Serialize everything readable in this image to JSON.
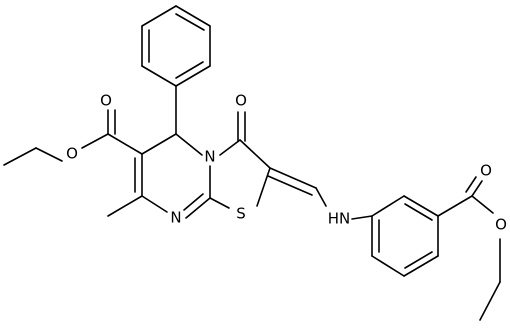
{
  "molecule": {
    "atom_labels": {
      "o_ester1_carbonyl": "O",
      "o_ester1_ether": "O",
      "o_ketone": "O",
      "n_ring_fused": "N",
      "n_ring_imine": "N",
      "s_thiazole": "S",
      "nh_amine": "HN",
      "o_ester2_carbonyl": "O",
      "o_ester2_ether": "O"
    }
  }
}
